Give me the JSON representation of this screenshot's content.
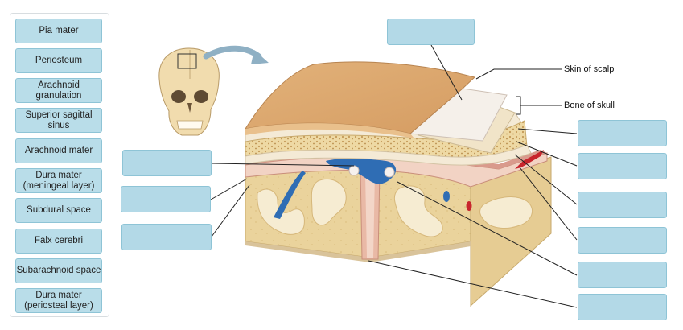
{
  "word_bank": [
    "Pia mater",
    "Periosteum",
    "Arachnoid granulation",
    "Superior sagittal sinus",
    "Arachnoid mater",
    "Dura mater (meningeal layer)",
    "Subdural space",
    "Falx cerebri",
    "Subarachnoid space",
    "Dura mater (periosteal layer)"
  ],
  "fixed_labels": {
    "skin_of_scalp": "Skin of scalp",
    "bone_of_skull": "Bone of skull"
  },
  "drop_zones": [
    "",
    "",
    "",
    "",
    "",
    "",
    "",
    "",
    "",
    ""
  ],
  "colors": {
    "term_fill": "#b9dde9",
    "drop_fill": "#b3d9e7",
    "vein_blue": "#2f6db4",
    "artery_red": "#c8252d"
  }
}
